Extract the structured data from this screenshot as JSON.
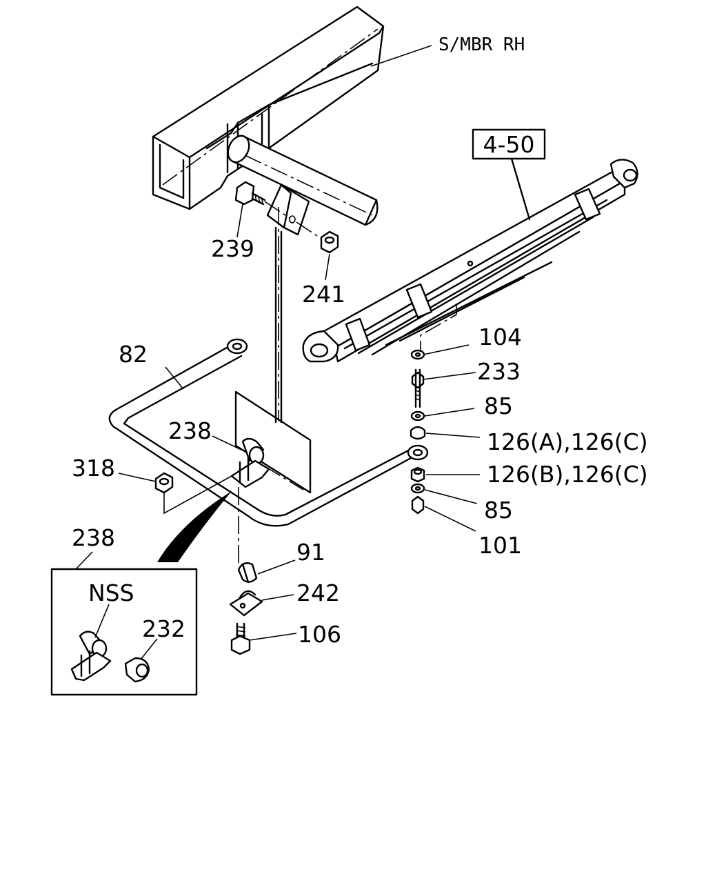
{
  "labels": {
    "smbr": "S/MBR RH",
    "ref_box": "4-50",
    "p239": "239",
    "p241": "241",
    "p82": "82",
    "p238a": "238",
    "p318": "318",
    "p104": "104",
    "p233": "233",
    "p85a": "85",
    "p126a": "126(A),126(C)",
    "p126b": "126(B),126(C)",
    "p85b": "85",
    "p101": "101",
    "p91": "91",
    "p242": "242",
    "p106": "106",
    "p238b": "238",
    "nss": "NSS",
    "p232": "232"
  }
}
